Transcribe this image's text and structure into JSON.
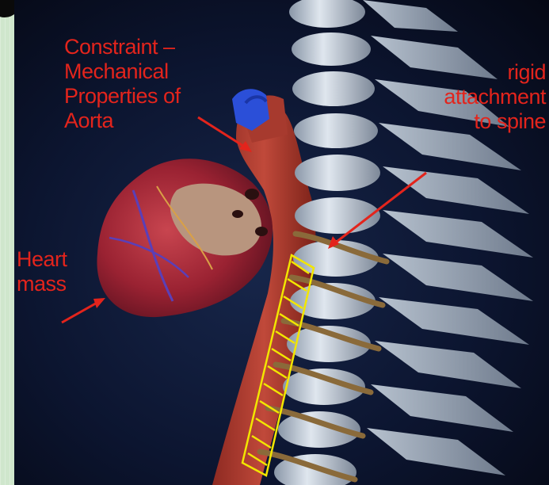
{
  "labels": {
    "constraint": [
      "Constraint –",
      "Mechanical",
      "Properties of",
      "Aorta"
    ],
    "rigid": [
      "rigid",
      "attachment",
      "to spine"
    ],
    "heart": [
      "Heart",
      "mass"
    ]
  },
  "colors": {
    "label_text": "#e3241c",
    "arrow": "#e3241c",
    "hatch": "#f2e600",
    "background": "#0c1530",
    "frame": "#cfe6cc"
  }
}
